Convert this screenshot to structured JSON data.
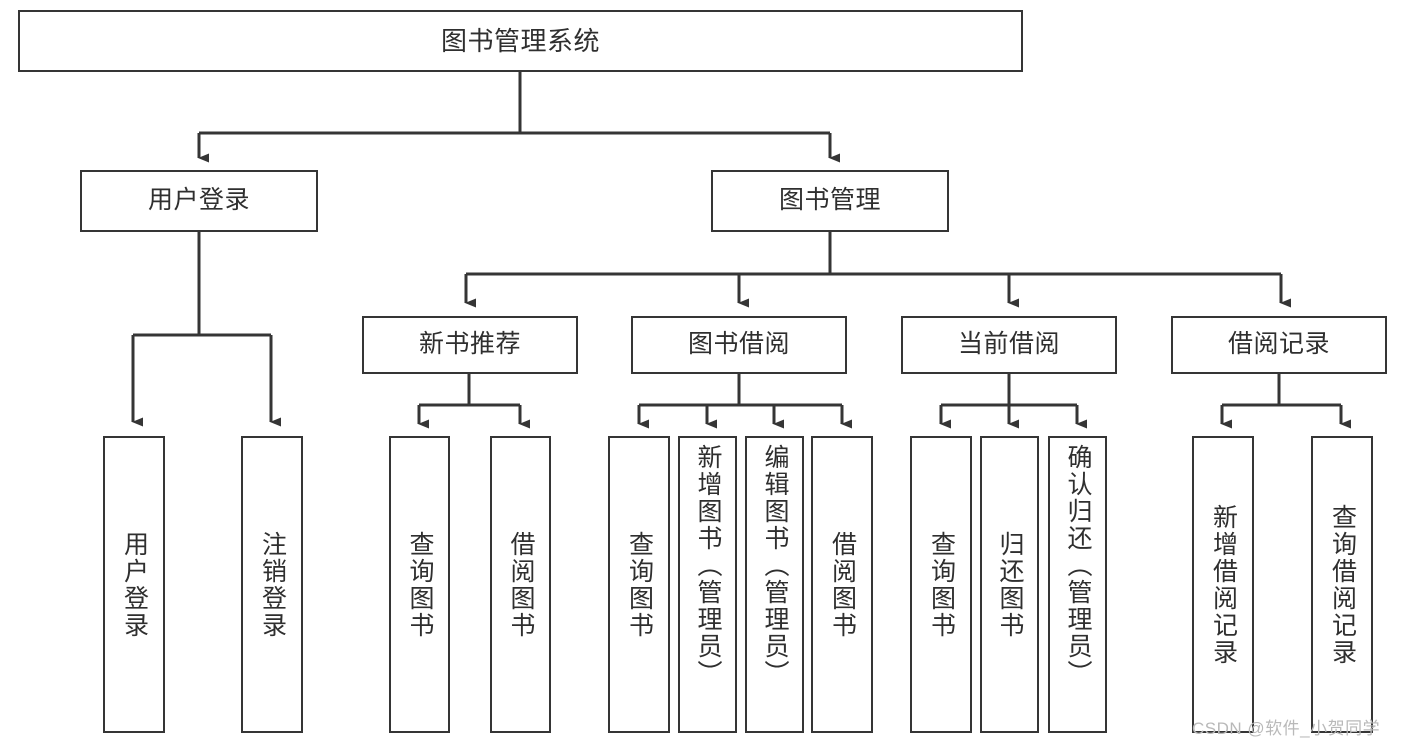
{
  "diagram": {
    "type": "tree-hierarchy-chart",
    "title": "图书管理系统",
    "watermark": "CSDN @软件_小贺同学",
    "colors": {
      "node_border": "#353535",
      "node_fill": "#ffffff",
      "edge": "#353535",
      "text": "#2f2f2f",
      "watermark": "#b9b9b9",
      "background": "#ffffff"
    },
    "root": {
      "id": "root",
      "label": "图书管理系统",
      "level": 0
    },
    "level1": [
      {
        "id": "user-login",
        "label": "用户登录",
        "level": 1
      },
      {
        "id": "book-management",
        "label": "图书管理",
        "level": 1
      }
    ],
    "level2": [
      {
        "id": "new-book-recommend",
        "label": "新书推荐",
        "level": 2,
        "parent": "book-management"
      },
      {
        "id": "book-borrow",
        "label": "图书借阅",
        "level": 2,
        "parent": "book-management"
      },
      {
        "id": "current-borrow",
        "label": "当前借阅",
        "level": 2,
        "parent": "book-management"
      },
      {
        "id": "borrow-record",
        "label": "借阅记录",
        "level": 2,
        "parent": "book-management"
      }
    ],
    "leaves": {
      "user-login": [
        {
          "id": "leaf-user-login",
          "label": "用户登录"
        },
        {
          "id": "leaf-user-logout",
          "label": "注销登录"
        }
      ],
      "new-book-recommend": [
        {
          "id": "leaf-query-book-1",
          "label": "查询图书"
        },
        {
          "id": "leaf-borrow-book-1",
          "label": "借阅图书"
        }
      ],
      "book-borrow": [
        {
          "id": "leaf-query-book-2",
          "label": "查询图书"
        },
        {
          "id": "leaf-add-book",
          "label": "新增图书（管理员）"
        },
        {
          "id": "leaf-edit-book",
          "label": "编辑图书（管理员）"
        },
        {
          "id": "leaf-borrow-book-2",
          "label": "借阅图书"
        }
      ],
      "current-borrow": [
        {
          "id": "leaf-query-book-3",
          "label": "查询图书"
        },
        {
          "id": "leaf-return-book",
          "label": "归还图书"
        },
        {
          "id": "leaf-confirm-return",
          "label": "确认归还（管理员）"
        }
      ],
      "borrow-record": [
        {
          "id": "leaf-add-record",
          "label": "新增借阅记录"
        },
        {
          "id": "leaf-query-record",
          "label": "查询借阅记录"
        }
      ]
    }
  }
}
